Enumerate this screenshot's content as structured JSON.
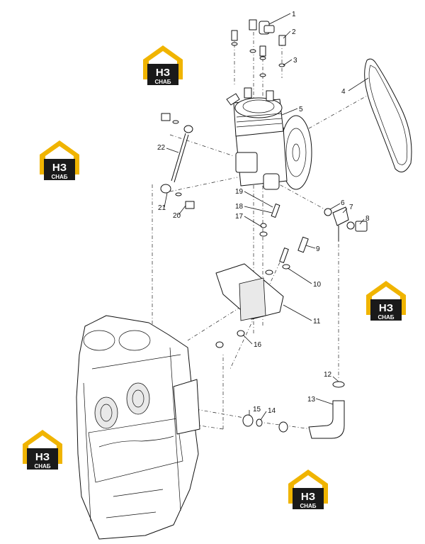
{
  "parts": [
    {
      "num": "1"
    },
    {
      "num": "2"
    },
    {
      "num": "3"
    },
    {
      "num": "4"
    },
    {
      "num": "5"
    },
    {
      "num": "6"
    },
    {
      "num": "7"
    },
    {
      "num": "8"
    },
    {
      "num": "9"
    },
    {
      "num": "10"
    },
    {
      "num": "11"
    },
    {
      "num": "12"
    },
    {
      "num": "13"
    },
    {
      "num": "14"
    },
    {
      "num": "15"
    },
    {
      "num": "16"
    },
    {
      "num": "17"
    },
    {
      "num": "18"
    },
    {
      "num": "19"
    },
    {
      "num": "20"
    },
    {
      "num": "21"
    },
    {
      "num": "22"
    }
  ],
  "watermark": {
    "top": "НЗ",
    "bottom": "СНАБ",
    "color_dark": "#1a1a1a",
    "color_accent": "#f0b400"
  }
}
